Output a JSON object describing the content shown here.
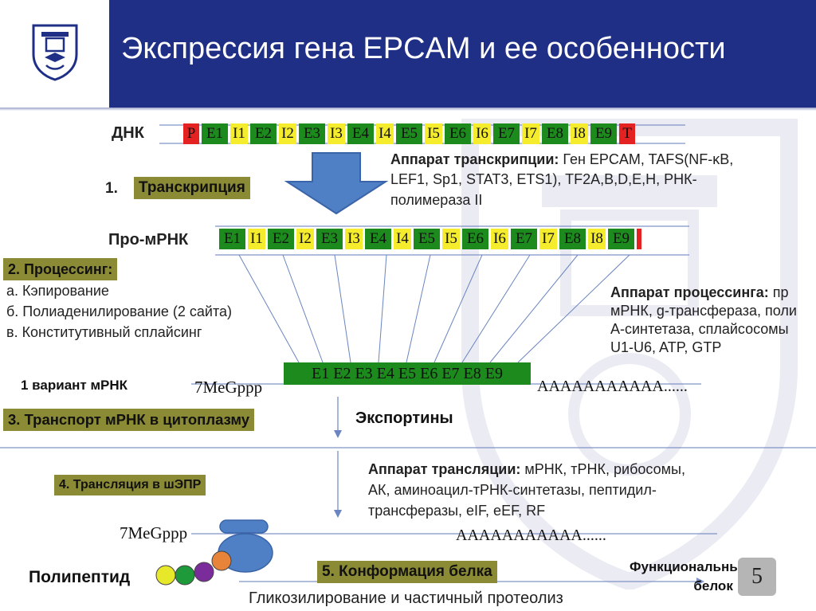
{
  "header": {
    "title": "Экспрессия гена EPCAM и ее особенности"
  },
  "dna": {
    "label": "ДНК",
    "segments": [
      {
        "t": "P",
        "c": "r"
      },
      {
        "t": "E1",
        "c": "g"
      },
      {
        "t": "I1",
        "c": "y"
      },
      {
        "t": "E2",
        "c": "g"
      },
      {
        "t": "I2",
        "c": "y"
      },
      {
        "t": "E3",
        "c": "g"
      },
      {
        "t": "I3",
        "c": "y"
      },
      {
        "t": "E4",
        "c": "g"
      },
      {
        "t": "I4",
        "c": "y"
      },
      {
        "t": "E5",
        "c": "g"
      },
      {
        "t": "I5",
        "c": "y"
      },
      {
        "t": "E6",
        "c": "g"
      },
      {
        "t": "I6",
        "c": "y"
      },
      {
        "t": "E7",
        "c": "g"
      },
      {
        "t": "I7",
        "c": "y"
      },
      {
        "t": "E8",
        "c": "g"
      },
      {
        "t": "I8",
        "c": "y"
      },
      {
        "t": "E9",
        "c": "g"
      },
      {
        "t": "T",
        "c": "r"
      }
    ]
  },
  "step1": {
    "number": "1.",
    "label": "Транскрипция"
  },
  "transcription_apparatus": {
    "bold": "Аппарат транскрипции:",
    "line1": " Ген EPCAM, TAFS(NF-κB,",
    "line2": "LEF1, Sp1, STAT3, ETS1), TF2A,B,D,E,H, РНК-",
    "line3": "полимераза II"
  },
  "pre_mrna": {
    "label": "Про-мРНК",
    "segments": [
      {
        "t": "E1",
        "c": "g"
      },
      {
        "t": "I1",
        "c": "y"
      },
      {
        "t": "E2",
        "c": "g"
      },
      {
        "t": "I2",
        "c": "y"
      },
      {
        "t": "E3",
        "c": "g"
      },
      {
        "t": "I3",
        "c": "y"
      },
      {
        "t": "E4",
        "c": "g"
      },
      {
        "t": "I4",
        "c": "y"
      },
      {
        "t": "E5",
        "c": "g"
      },
      {
        "t": "I5",
        "c": "y"
      },
      {
        "t": "E6",
        "c": "g"
      },
      {
        "t": "I6",
        "c": "y"
      },
      {
        "t": "E7",
        "c": "g"
      },
      {
        "t": "I7",
        "c": "y"
      },
      {
        "t": "E8",
        "c": "g"
      },
      {
        "t": "I8",
        "c": "y"
      },
      {
        "t": "E9",
        "c": "g"
      },
      {
        "t": "",
        "c": "r"
      }
    ]
  },
  "step2": {
    "label": "2.   Процессинг:",
    "items": [
      "а. Кэпирование",
      "б. Полиаденилирование (2 сайта)",
      "в. Конститутивный сплайсинг"
    ]
  },
  "processing_apparatus": {
    "bold": "Аппарат процессинга:",
    "line1": " пр",
    "line2": "мРНК, g-трансфераза, поли",
    "line3": "А-синтетаза, сплайсосомы",
    "line4": "U1-U6, ATP, GTP"
  },
  "mature_mrna": {
    "variant": "1 вариант мРНК",
    "cap": "7MeGppp",
    "exons": "E1 E2 E3 E4 E5 E6 E7 E8 E9",
    "tail": "AAAAAAAAAAA......"
  },
  "step3": {
    "label": "3. Транспорт мРНК в цитоплазму",
    "exportins": "Экспортины"
  },
  "step4": {
    "label": "4. Трансляция в шЭПР"
  },
  "translation_apparatus": {
    "bold": "Аппарат трансляции:",
    "line1": " мРНК, тРНК, рибосомы,",
    "line2": "АК, аминоацил-тРНК-синтетазы, пептидил-",
    "line3": "трансферазы, eIF, eEF, RF"
  },
  "translation_mrna": {
    "cap": "7MeGppp",
    "tail": "AAAAAAAAAAA......"
  },
  "polypeptide": {
    "label": "Полипептид",
    "beads": [
      "#e8e82a",
      "#1f9a3a",
      "#7a2d9a",
      "#e8833a"
    ]
  },
  "step5": {
    "label": "5. Конформация белка",
    "note": "Гликозилирование и частичный протеолиз"
  },
  "functional_protein": {
    "line1": "Функциональный",
    "line2": "белок"
  },
  "page_number": "5",
  "colors": {
    "header": "#1f2f86",
    "exon": "#1c8a1c",
    "intron": "#f4ec2c",
    "boundary": "#e52222",
    "tag": "#8c8b35",
    "arrow": "#4f7fc4"
  }
}
